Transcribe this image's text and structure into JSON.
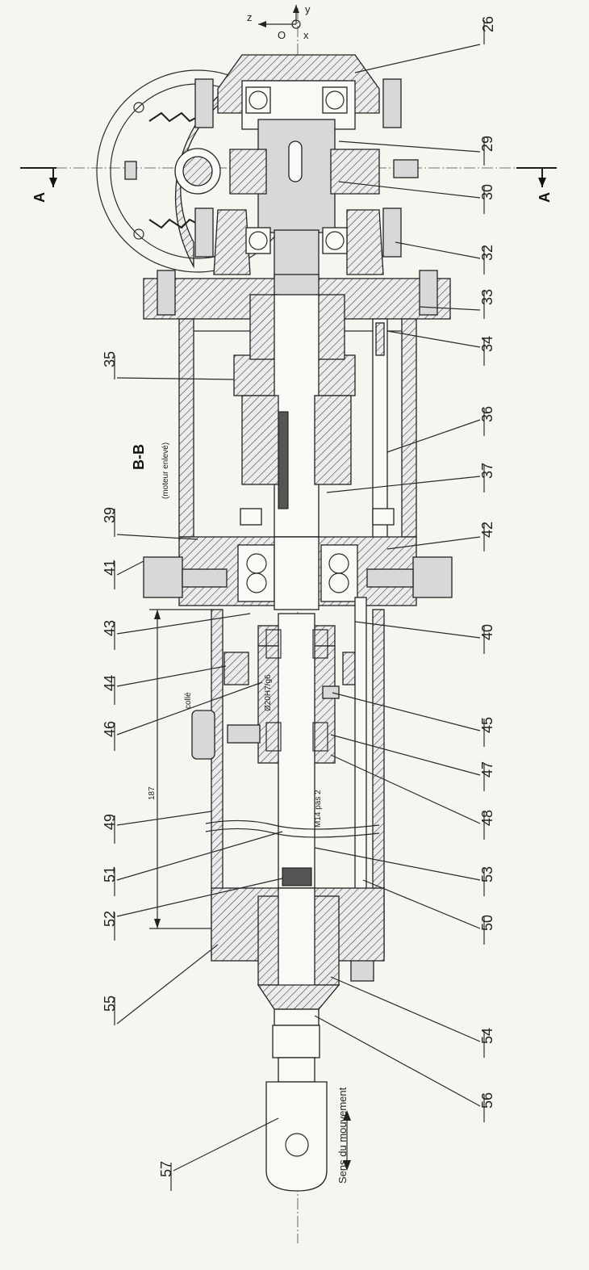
{
  "section_view": {
    "title": "B-B",
    "subtitle": "(moteur enlevé)"
  },
  "section_marker": {
    "left": "A",
    "right": "A"
  },
  "axes": {
    "z": "z",
    "y": "y",
    "x": "x",
    "o": "O"
  },
  "dimension": "187",
  "annotations": {
    "glued": "collé",
    "thread_top": "M14 pas 2",
    "fit": "Ø20H7/g6",
    "motion": "Sens du mouvement"
  },
  "callouts": {
    "right": [
      "26",
      "29",
      "30",
      "32",
      "33",
      "34",
      "36",
      "37",
      "42",
      "40",
      "45",
      "47",
      "48",
      "53",
      "50",
      "54",
      "56"
    ],
    "left": [
      "35",
      "39",
      "41",
      "43",
      "44",
      "46",
      "49",
      "51",
      "52",
      "55",
      "57"
    ]
  }
}
